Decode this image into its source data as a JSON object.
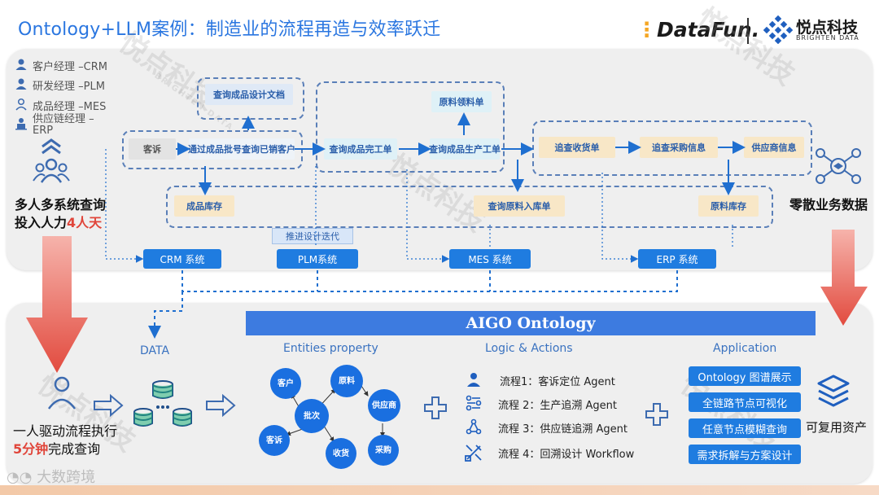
{
  "header": {
    "title": "Ontology+LLM案例：制造业的流程再造与效率跃迁",
    "logo_datafun": "DataFun.",
    "logo_brand_cn": "悦点科技",
    "logo_brand_en": "BRIGHTEN DATA"
  },
  "roles": [
    {
      "label": "客户经理 –CRM",
      "icon": "person-icon"
    },
    {
      "label": "研发经理 –PLM",
      "icon": "person-icon"
    },
    {
      "label": "成品经理 –MES",
      "icon": "person-outline-icon"
    },
    {
      "label": "供应链经理 –",
      "label2": "ERP",
      "icon": "presenter-icon"
    }
  ],
  "left_summary": {
    "line1": "多人多系统查询",
    "line2_prefix": "投入人力",
    "line2_highlight": "4人天"
  },
  "right_summary": {
    "label": "零散业务数据"
  },
  "flow_nodes": {
    "query_design_doc": "查询成品设计文档",
    "complaint": "客诉",
    "query_sold_customer": "通过成品批号查询已销客户",
    "query_finish_order": "查询成品完工单",
    "query_production_order": "查询成品生产工单",
    "material_pick": "原料领料单",
    "trace_receipt": "追查收货单",
    "trace_purchase": "追查采购信息",
    "supplier_info": "供应商信息",
    "finished_inventory": "成品库存",
    "query_material_inbound": "查询原料入库单",
    "material_inventory": "原料库存",
    "push_design_iteration": "推进设计迭代"
  },
  "systems": [
    "CRM 系统",
    "PLM系统",
    "MES 系统",
    "ERP 系统"
  ],
  "bottom": {
    "aigo_title": "AIGO Ontology",
    "data_label": "DATA",
    "col_entities": "Entities property",
    "col_logic": "Logic & Actions",
    "col_application": "Application",
    "left_line1": "一人驱动流程执行",
    "left_line2_highlight": "5分钟",
    "left_line2_suffix": "完成查询",
    "right_label": "可复用资产"
  },
  "entities": [
    "客户",
    "原料",
    "批次",
    "供应商",
    "客诉",
    "收货",
    "采购"
  ],
  "flows": [
    {
      "label": "流程1：客诉定位 Agent",
      "icon": "person-icon"
    },
    {
      "label": "流程 2：生产追溯 Agent",
      "icon": "flow-steps-icon"
    },
    {
      "label": "流程 3：供应链追溯 Agent",
      "icon": "network-icon"
    },
    {
      "label": "流程 4：回溯设计 Workflow",
      "icon": "design-tools-icon"
    }
  ],
  "applications": [
    "Ontology 图谱展示",
    "全链路节点可视化",
    "任意节点模糊查询",
    "需求拆解与方案设计"
  ],
  "footer": {
    "label": "大数跨境"
  },
  "watermark": {
    "cn": "悦点科技",
    "en": "BRIGHTEN DATA"
  },
  "colors": {
    "primary_blue": "#1f7ce0",
    "title_blue": "#2a76e0",
    "highlight_red": "#e0453a",
    "node_fill": "#f8e7c7",
    "arrow_red": "#e24b3f"
  }
}
